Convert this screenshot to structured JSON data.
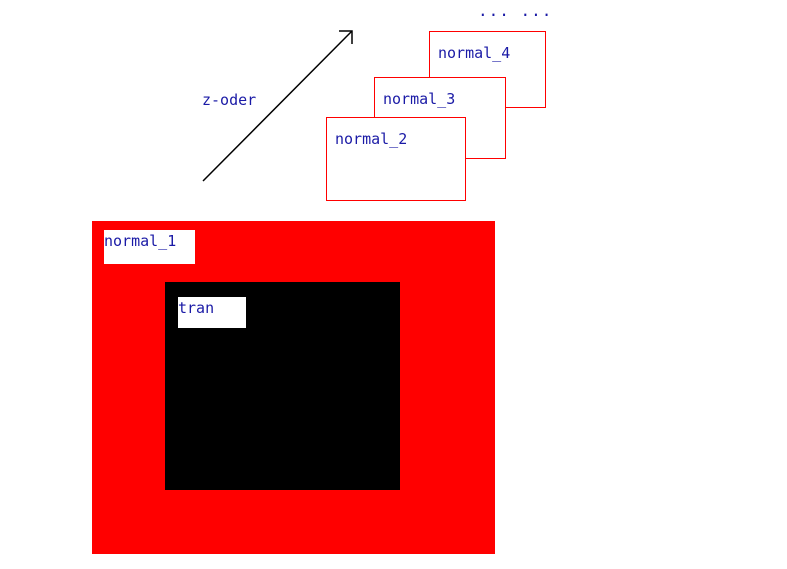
{
  "diagram": {
    "ellipsis": "... ...",
    "arrow_label": "z-oder",
    "stacked_windows": [
      {
        "label": "normal_4"
      },
      {
        "label": "normal_3"
      },
      {
        "label": "normal_2"
      }
    ],
    "main_window": {
      "label": "normal_1"
    },
    "inner_window": {
      "label": "tran"
    }
  },
  "colors": {
    "window_border": "#ff0000",
    "main_fill": "#ff0000",
    "inner_fill": "#000000",
    "label_text": "#1a1aa6"
  }
}
